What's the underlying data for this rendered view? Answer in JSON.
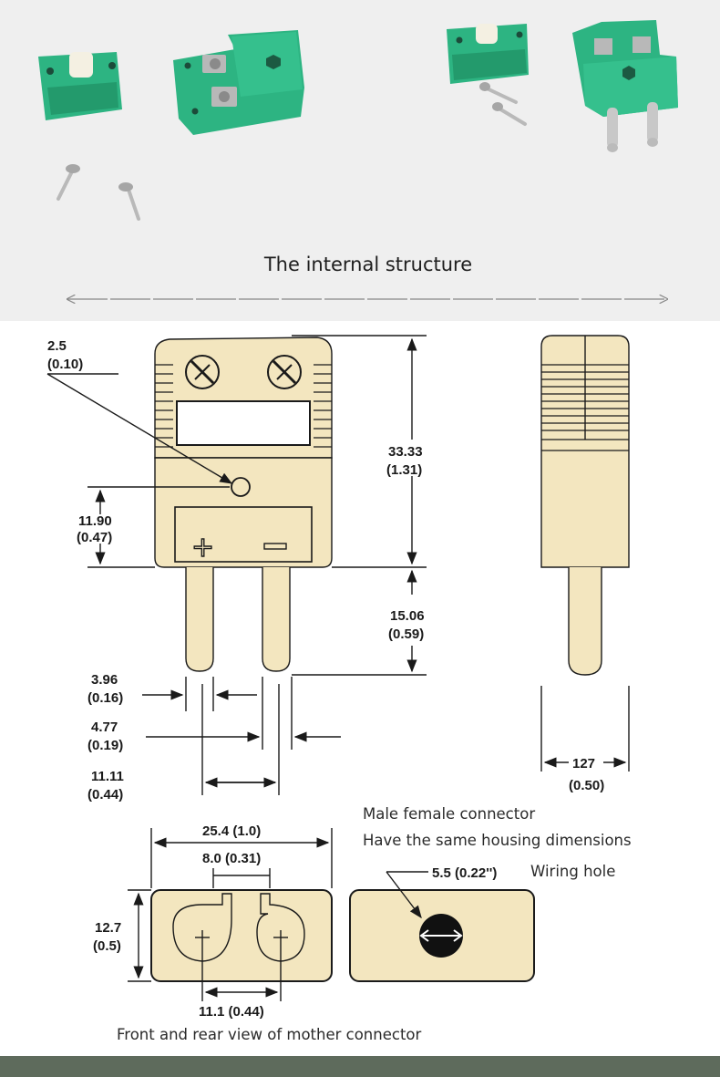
{
  "photo": {
    "caption": "The internal structure",
    "colors": {
      "housing": "#2db482",
      "background": "#efefef"
    }
  },
  "diagram": {
    "colors": {
      "body": "#f3e6bf",
      "outline": "#1a1a1a"
    },
    "labels": {
      "hole_dia": "2.5",
      "hole_dia_in": "(0.10)",
      "height_total": "33.33",
      "height_total_in": "(1.31)",
      "hole_height": "11.90",
      "hole_height_in": "(0.47)",
      "pin_length": "15.06",
      "pin_length_in": "(0.59)",
      "pin_dia": "3.96",
      "pin_dia_in": "(0.16)",
      "pin_gap": "4.77",
      "pin_gap_in": "(0.19)",
      "pin_spacing": "11.11",
      "pin_spacing_in": "(0.44)",
      "side_width": "127",
      "side_width_in": "(0.50)",
      "front_width": "25.4 (1.0)",
      "slot_spacing": "8.0 (0.31)",
      "front_height": "12.7",
      "front_height_in": "(0.5)",
      "center_spacing": "11.1 (0.44)",
      "wiring_hole_dia": "5.5 (0.22'')",
      "plus_sign": "+"
    }
  },
  "notes": {
    "male_female": "Male female connector",
    "same_housing": "Have the same housing dimensions",
    "wiring_hole": "Wiring hole",
    "front_rear": "Front and rear view of mother connector"
  }
}
